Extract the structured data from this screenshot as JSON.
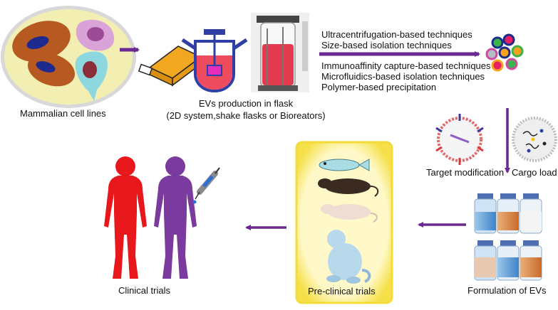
{
  "labels": {
    "cell_lines": "Mammalian cell lines",
    "production_line1": "EVs production in flask",
    "production_line2": "(2D system,shake flasks or Bioreators)",
    "target_modification": "Target modification",
    "cargo_load": "Cargo load",
    "formulation": "Formulation of EVs",
    "preclinical": "Pre-clinical trials",
    "clinical": "Clinical trials"
  },
  "isolation_techniques": [
    "Ultracentrifugation-based techniques",
    "Size-based isolation techniques",
    "Immunoaffinity capture-based techniques",
    "Microfluidics-based isolation techniques",
    "Polymer-based precipitation"
  ],
  "colors": {
    "arrow": "#6a2a91",
    "human_red": "#e8171c",
    "human_purple": "#7b3a9e",
    "cell_bg": "#f3efb3",
    "cell_rim": "#c8c8c8"
  }
}
